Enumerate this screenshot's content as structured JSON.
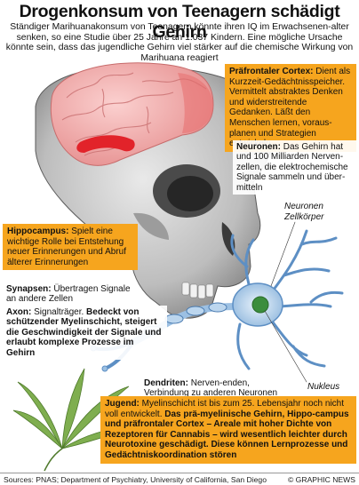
{
  "title": "Drogenkonsum von Teenagern schädigt Gehirn",
  "subtitle": "Ständiger Marihuanakonsum von Teenagern könnte ihren IQ im Erwachsenen-alter senken, so eine Studie über 25 Jahre an 1.037 Kindern. Eine mögliche Ursache könnte sein, dass das jugendliche Gehirn viel stärker auf die chemische Wirkung von Marihuana reagiert",
  "prefrontal": {
    "label": "Präfrontaler Cortex:",
    "text": " Dient als Kurzzeit-Gedächtnisspeicher. Vermittelt abstraktes Denken und widerstreitende Gedanken. Läßt den Menschen lernen, voraus-planen und Strategien entwickeln"
  },
  "neurons": {
    "label": "Neuronen:",
    "text": " Das Gehirn hat und 100 Milliarden Nerven-zellen, die elektrochemische Signale sammeln und über-mitteln"
  },
  "hippocampus": {
    "label": "Hippocampus:",
    "text": " Spielt eine wichtige Rolle bei Entstehung neuer Erinnerungen und Abruf älterer Erinnerungen"
  },
  "figure_labels": {
    "cell_body": "Neuronen Zellkörper",
    "nucleus": "Nukleus"
  },
  "synapses": {
    "label": "Synapsen:",
    "text": " Übertragen Signale an andere Zellen"
  },
  "axon": {
    "label": "Axon:",
    "text_plain": " Signalträger.",
    "text_bold": " Bedeckt von schützender Myelinschicht, steigert die Geschwindigkeit der Signale und erlaubt komplexe Prozesse im Gehirn"
  },
  "dendrites": {
    "label": "Dendriten:",
    "text": " Nerven-enden, Verbindung zu anderen Neuronen"
  },
  "youth": {
    "label": "Jugend:",
    "text_plain": " Myelinschicht ist bis zum 25. Lebensjahr noch nicht voll entwickelt.",
    "text_bold": " Das prä-myelinische Gehirn, Hippo-campus und präfrontaler Cortex – Areale mit hoher Dichte von Rezeptoren für Cannabis – wird wesentlich leichter durch Neurotoxine geschädigt. Diese können Lernprozesse und Gedächtniskoordination stören"
  },
  "footer": {
    "source": "Sources: PNAS; Department of Psychiatry, University of California, San Diego",
    "credit": "© GRAPHIC NEWS"
  },
  "colors": {
    "orange": "#f6a51e",
    "brain_pink": "#f3a6a6",
    "skull": "#c9c9c9",
    "neuron_blue": "#8fb7dd",
    "hippocampus_red": "#e2232a"
  }
}
